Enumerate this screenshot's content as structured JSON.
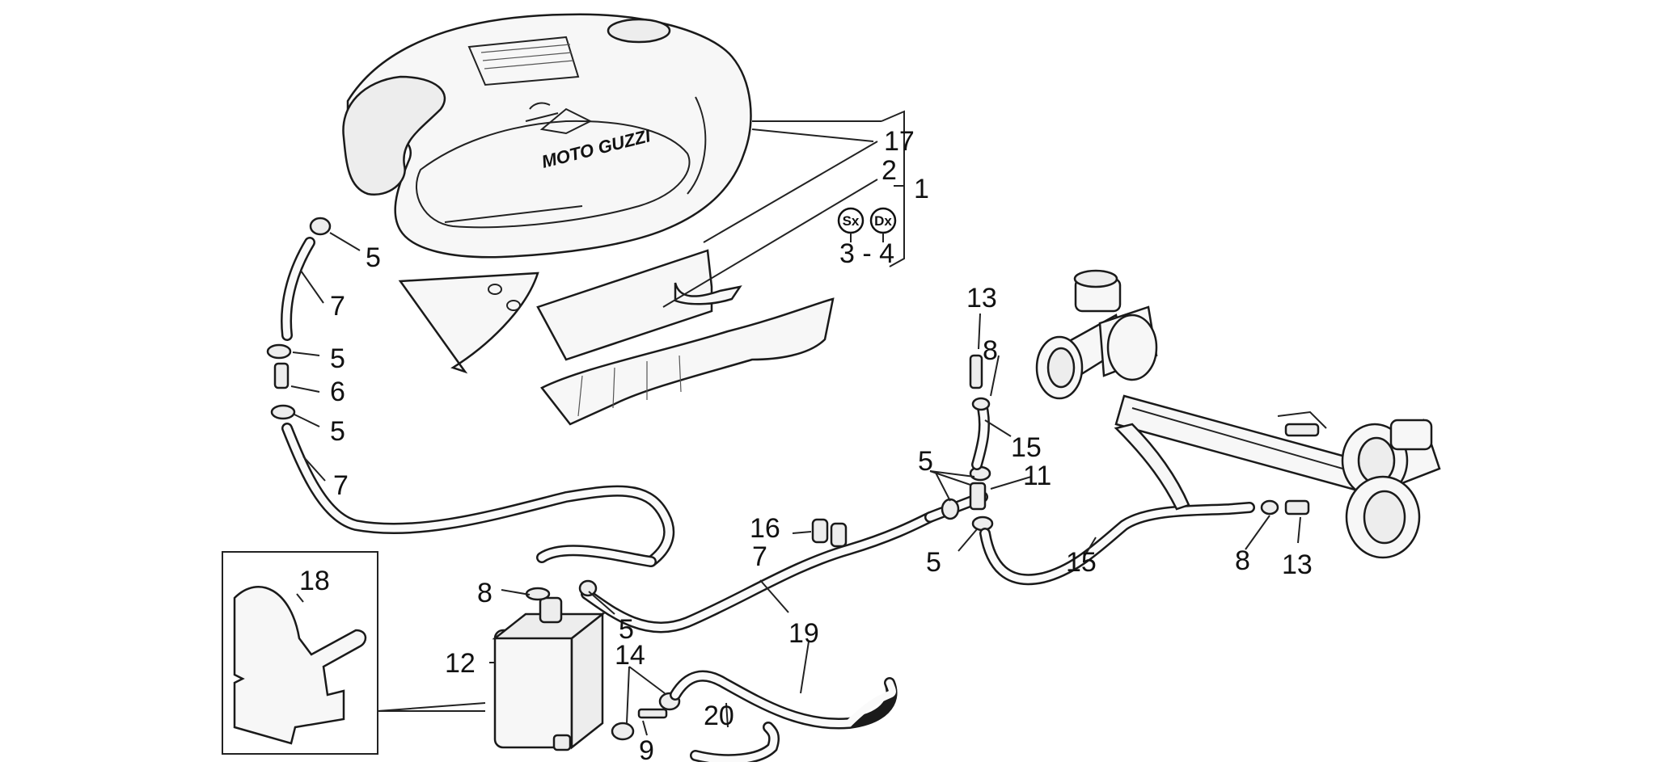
{
  "tank_logo": "MOTO GUZZI",
  "callouts": {
    "c1": "1",
    "c2": "2",
    "c3_4": "3 - 4",
    "c17": "17",
    "c5a": "5",
    "c5b": "5",
    "c5c": "5",
    "c5d": "5",
    "c5e": "5",
    "c5f": "5",
    "c6": "6",
    "c7a": "7",
    "c7b": "7",
    "c7c": "7",
    "c8a": "8",
    "c8b": "8",
    "c8c": "8",
    "c9": "9",
    "c11": "11",
    "c12": "12",
    "c13a": "13",
    "c13b": "13",
    "c14": "14",
    "c15a": "15",
    "c15b": "15",
    "c16": "16",
    "c18": "18",
    "c19": "19",
    "c20": "20"
  },
  "badges": {
    "left": "Sx",
    "right": "Dx"
  },
  "icons": {
    "badge_shape": "circle-badge-icon"
  }
}
